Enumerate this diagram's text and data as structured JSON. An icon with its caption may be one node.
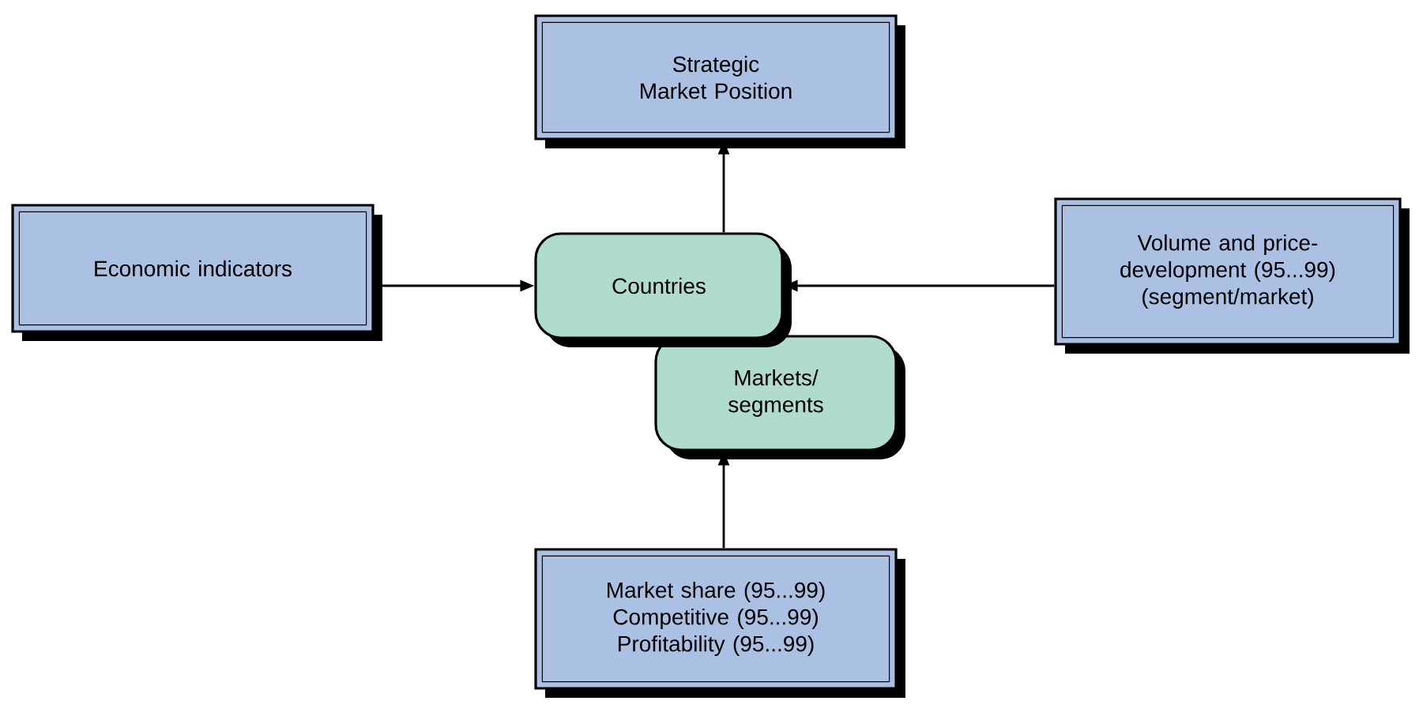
{
  "diagram": {
    "nodes": [
      {
        "text": [
          "Strategic Market Position"
        ]
      },
      {
        "text": [
          "Economic indicators"
        ]
      },
      {
        "text": [
          "Countries"
        ]
      },
      {
        "text": [
          "Volume and price-development (95...99) (segment/market)"
        ]
      },
      {
        "text": [
          "Markets/ segments"
        ]
      },
      {
        "text": [
          "Market share (95...99)",
          "Competitive  (95...99)",
          "Profitability (95...99)"
        ]
      }
    ],
    "edges": [
      {
        "from": 2,
        "to": 0,
        "arrow": "to"
      },
      {
        "from": 1,
        "to": 2,
        "arrow": "to"
      },
      {
        "from": 3,
        "to": 2,
        "arrow": "to"
      },
      {
        "from": 5,
        "to": 4,
        "arrow": "to"
      }
    ]
  }
}
